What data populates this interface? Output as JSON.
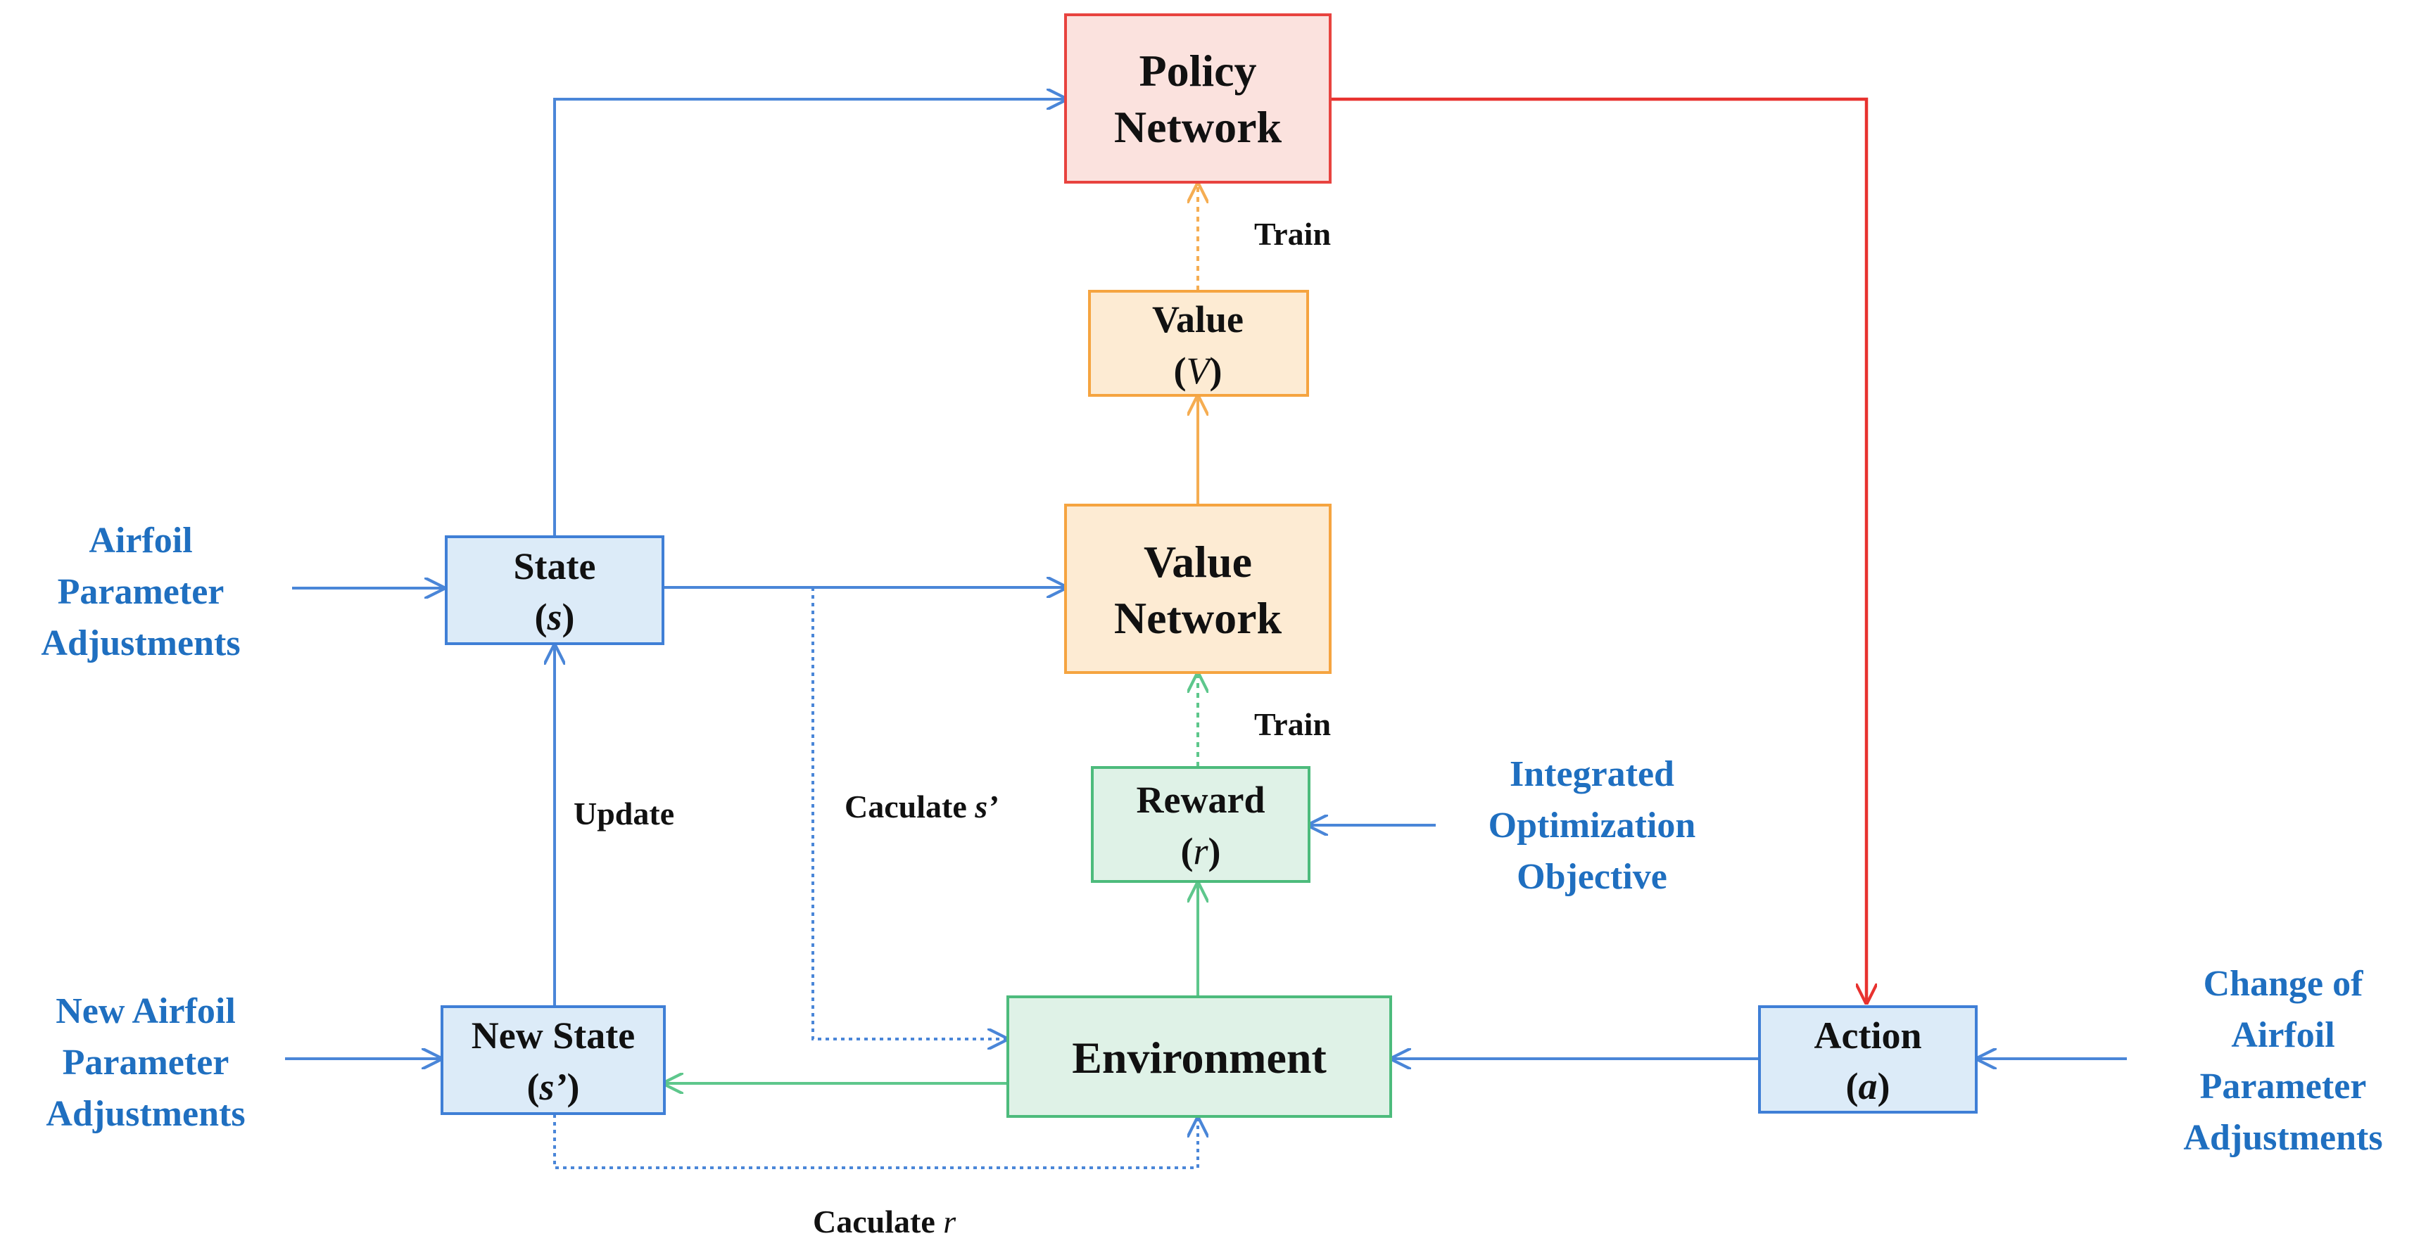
{
  "colors": {
    "blue": "#4a86d8",
    "blue_text": "#1f6fc0",
    "red": "#e8322f",
    "orange": "#f5ad52",
    "green": "#5ec78c",
    "policy_fill": "#fbe2de",
    "policy_stroke": "#e8433f",
    "value_fill": "#fdebd3",
    "value_stroke": "#f5a440",
    "reward_fill": "#dff2e7",
    "reward_stroke": "#4dbb7c",
    "state_fill": "#dcebf8",
    "state_stroke": "#3f7fd6"
  },
  "nodes": {
    "policy_network": {
      "line1": "Policy",
      "line2": "Network"
    },
    "value_v": {
      "line1": "Value",
      "line2": "(V)"
    },
    "value_network": {
      "line1": "Value",
      "line2": "Network"
    },
    "reward": {
      "line1": "Reward",
      "line2": "(r)"
    },
    "environment": {
      "label": "Environment"
    },
    "state": {
      "line1": "State",
      "line2": "(s)"
    },
    "new_state": {
      "line1": "New State",
      "line2": "(s’)"
    },
    "action": {
      "line1": "Action",
      "line2": "(a)"
    }
  },
  "labels": {
    "train_top": "Train",
    "train_bottom": "Train",
    "update": "Update",
    "calc_s_prefix": "Caculate ",
    "calc_s_var": "s’",
    "calc_r_prefix": "Caculate ",
    "calc_r_var": "r"
  },
  "inputs": {
    "airfoil": [
      "Airfoil",
      "Parameter",
      "Adjustments"
    ],
    "new_airfoil": [
      "New Airfoil",
      "Parameter",
      "Adjustments"
    ],
    "integrated": [
      "Integrated",
      "Optimization",
      "Objective"
    ],
    "change": [
      "Change of",
      "Airfoil",
      "Parameter",
      "Adjustments"
    ]
  }
}
